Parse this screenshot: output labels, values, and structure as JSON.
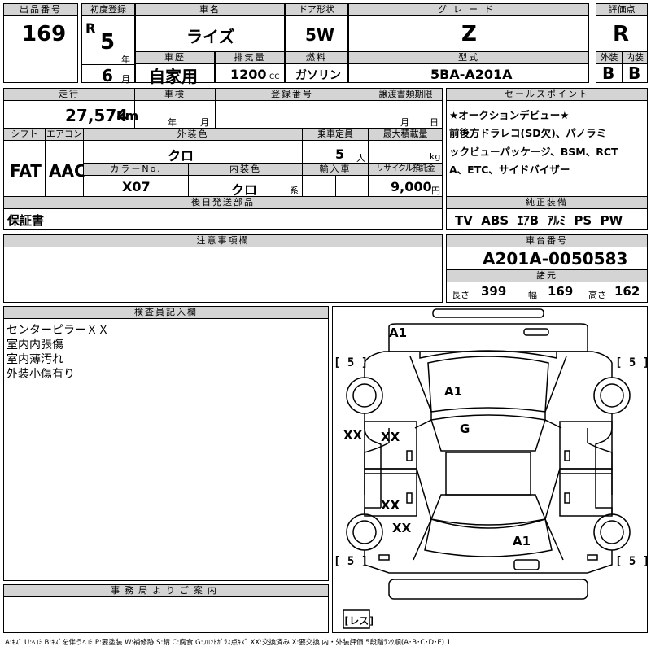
{
  "header": {
    "lot_label": "出品番号",
    "lot_no": "169",
    "first_reg_label": "初度登録",
    "era": "R",
    "year": "5",
    "year_unit": "年",
    "month": "6",
    "month_unit": "月",
    "name_label": "車名",
    "name": "ライズ",
    "door_label": "ドア形状",
    "door": "5W",
    "grade_label": "グレード",
    "grade": "Z",
    "score_label": "評価点",
    "score": "R",
    "history_label": "車歴",
    "history": "自家用",
    "displacement_label": "排気量",
    "displacement": "1200",
    "displacement_unit": "CC",
    "fuel_label": "燃料",
    "fuel": "ガソリン",
    "model_label": "型式",
    "model": "5BA-A201A",
    "ext_label": "外装",
    "ext_grade": "B",
    "int_label": "内装",
    "int_grade": "B"
  },
  "row2": {
    "mileage_label": "走行",
    "mileage": "27,574",
    "mileage_unit": "km",
    "inspection_label": "車検",
    "insp_year_unit": "年",
    "insp_month_unit": "月",
    "reg_label": "登録番号",
    "transfer_label": "譲渡書類期限",
    "transfer_month_unit": "月",
    "transfer_day_unit": "日",
    "shift_label": "シフト",
    "shift": "FAT",
    "ac_label": "エアコン",
    "ac": "AAC",
    "color_label": "外装色",
    "color": "クロ",
    "seats_label": "乗車定員",
    "seats": "5",
    "seats_unit": "人",
    "load_label": "最大積載量",
    "load_unit": "kg",
    "color_no_label": "カラーNo.",
    "color_no": "X07",
    "interior_color_label": "内装色",
    "interior_color": "クロ",
    "interior_suffix": "系",
    "import_label": "輸入車",
    "recycle_label": "リサイクル預託金",
    "recycle": "9,000",
    "recycle_unit": "円"
  },
  "sales_point": {
    "label": "セールスポイント",
    "lines": [
      "★オークションデビュー★",
      "前後方ドラレコ(SD欠)、パノラミ",
      "ックビューパッケージ、BSM、RCT",
      "A、ETC、サイドバイザー"
    ]
  },
  "later_parts": {
    "label": "後日発送部品",
    "value": "保証書"
  },
  "equipment": {
    "label": "純正装備",
    "items": "TV  ABS  ｴｱB  ｱﾙﾐ  PS  PW"
  },
  "notes": {
    "label": "注意事項欄"
  },
  "chassis": {
    "label": "車台番号",
    "value": "A201A-0050583",
    "specs_label": "諸元",
    "length_label": "長さ",
    "length": "399",
    "width_label": "幅",
    "width": "169",
    "height_label": "高さ",
    "height": "162"
  },
  "inspector": {
    "label": "検査員記入欄",
    "lines": [
      "センターピラーＸＸ",
      "室内内張傷",
      "室内薄汚れ",
      "外装小傷有り"
    ]
  },
  "diagram": {
    "tyre_fl": "5",
    "tyre_fr": "5",
    "tyre_rl": "5",
    "tyre_rr": "5",
    "spare": "レス",
    "marks": {
      "front_bumper": "A1",
      "bonnet": "A1",
      "roof": "G",
      "left_pillar": "XX",
      "front_left_door": "XX",
      "rear_left_door": "XX",
      "left_quarter": "XX",
      "rear_right": "A1"
    }
  },
  "office": {
    "label": "事務局よりご案内"
  },
  "legend": "A:ｷｽﾞ U:ﾍｺﾐ B:ｷｽﾞを伴うﾍｺﾐ P:要塗装 W:補修跡 S:錆 C:腐食 G:ﾌﾛﾝﾄｶﾞﾗｽ点ｷｽﾞ XX:交換済み X:要交換 内・外装評価 5段階ﾗﾝｸ順(A･B･C･D･E) 1"
}
